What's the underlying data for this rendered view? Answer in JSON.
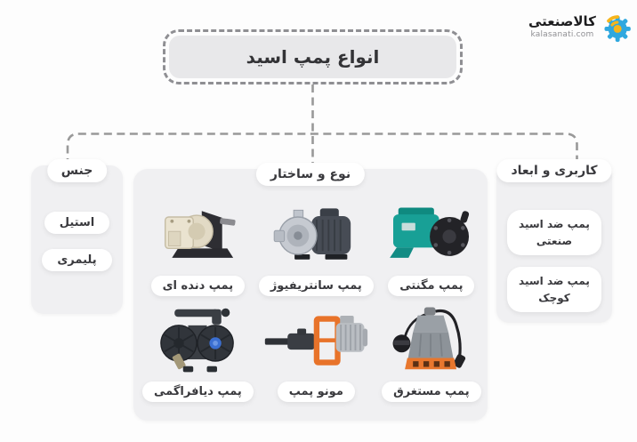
{
  "logo": {
    "brand": "کالاصنعتی",
    "domain": "kalasanati.com"
  },
  "title": "انواع پمپ اسید",
  "columns": {
    "material": {
      "header": "جنس",
      "items": [
        "استیل",
        "پلیمری"
      ]
    },
    "type_structure": {
      "header": "نوع و ساختار",
      "items": [
        {
          "label": "پمپ دنده ای"
        },
        {
          "label": "پمپ سانتریفیوژ"
        },
        {
          "label": "پمپ مگنتی"
        },
        {
          "label": "پمپ دیافراگمی"
        },
        {
          "label": "مونو پمپ"
        },
        {
          "label": "پمپ مستغرق"
        }
      ]
    },
    "usage_dimensions": {
      "header": "کاربری و ابعاد",
      "items": [
        "پمپ ضد اسید صنعتی",
        "پمپ ضد اسید کوچک"
      ]
    }
  },
  "colors": {
    "panel_bg": "#f0f0f2",
    "title_fill": "#e8e8ea",
    "dash_gray": "#999999",
    "text_dark": "#39393d",
    "logo_blue": "#2fa8df",
    "logo_yellow": "#f6b51c",
    "pump_teal": "#18a096",
    "pump_orange": "#e8772e"
  }
}
